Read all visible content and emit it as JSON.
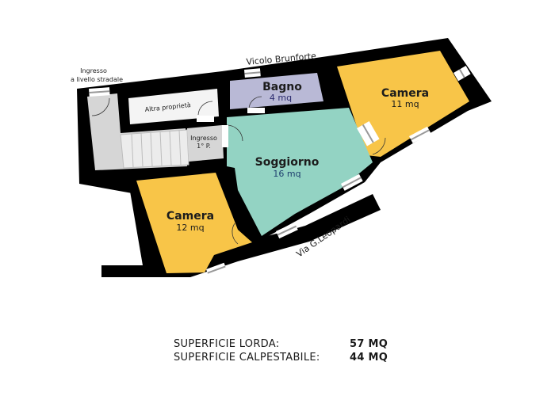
{
  "colors": {
    "wall": "#000000",
    "camera": "#f8c548",
    "soggiorno": "#93d3c3",
    "bagno": "#b9b9d6",
    "stairs": "#d6d6d6",
    "altra": "#f4f4f4",
    "window": "#ffffff"
  },
  "streets": {
    "north": "Vicolo Brunforte",
    "south": "Via G.Leopardi"
  },
  "entrance_street": {
    "line1": "Ingresso",
    "line2": "a livello stradale"
  },
  "rooms": {
    "altra": {
      "name": "Altra proprietà"
    },
    "ingresso": {
      "line1": "Ingresso",
      "line2": "1° P."
    },
    "bagno": {
      "name": "Bagno",
      "area": "4 mq"
    },
    "camera_ne": {
      "name": "Camera",
      "area": "11 mq"
    },
    "soggiorno": {
      "name": "Soggiorno",
      "area": "16 mq"
    },
    "camera_sw": {
      "name": "Camera",
      "area": "12 mq"
    }
  },
  "summary": [
    {
      "label": "SUPERFICIE LORDA:",
      "value": "57 MQ"
    },
    {
      "label": "SUPERFICIE CALPESTABILE:",
      "value": "44 MQ"
    }
  ]
}
